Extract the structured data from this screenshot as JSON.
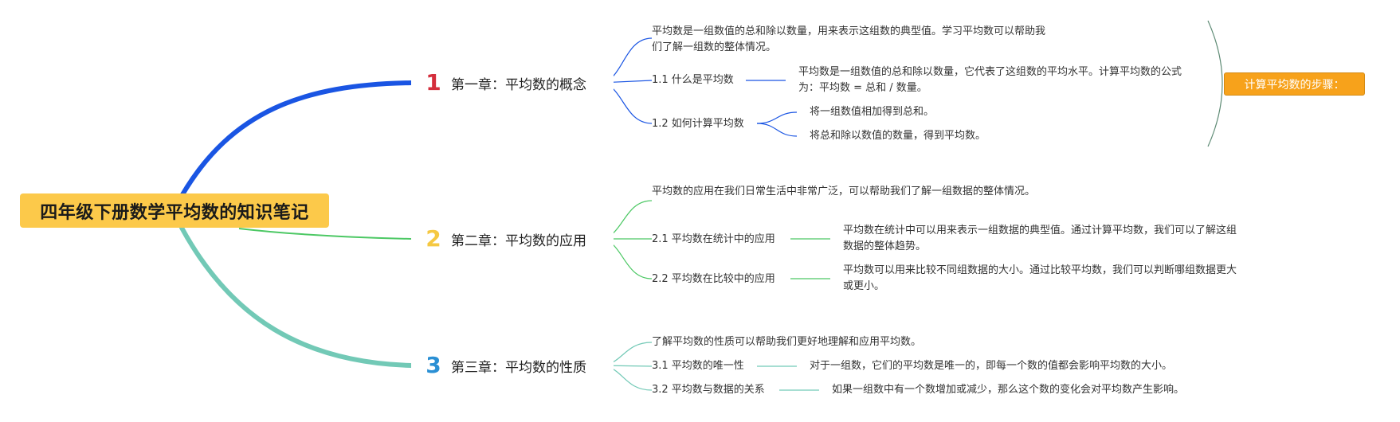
{
  "root": {
    "title": "四年级下册数学平均数的知识笔记"
  },
  "chapters": [
    {
      "num": "1",
      "label": "第一章：平均数的概念",
      "color": "#1a55e3",
      "num_color": "#d42e3c",
      "intro": "平均数是一组数值的总和除以数量，用来表示这组数的典型值。学习平均数可以帮助我们了解一组数的整体情况。",
      "sections": [
        {
          "label": "1.1 什么是平均数",
          "details": [
            "平均数是一组数值的总和除以数量，它代表了这组数的平均水平。计算平均数的公式为：平均数 = 总和 / 数量。"
          ]
        },
        {
          "label": "1.2 如何计算平均数",
          "details": [
            "将一组数值相加得到总和。",
            "将总和除以数值的数量，得到平均数。"
          ]
        }
      ]
    },
    {
      "num": "2",
      "label": "第二章：平均数的应用",
      "color": "#4cc864",
      "num_color": "#f5c842",
      "intro": "平均数的应用在我们日常生活中非常广泛，可以帮助我们了解一组数据的整体情况。",
      "sections": [
        {
          "label": "2.1 平均数在统计中的应用",
          "details": [
            "平均数在统计中可以用来表示一组数据的典型值。通过计算平均数，我们可以了解这组数据的整体趋势。"
          ]
        },
        {
          "label": "2.2 平均数在比较中的应用",
          "details": [
            "平均数可以用来比较不同组数据的大小。通过比较平均数，我们可以判断哪组数据更大或更小。"
          ]
        }
      ]
    },
    {
      "num": "3",
      "label": "第三章：平均数的性质",
      "color": "#72c9b6",
      "num_color": "#2a8fd4",
      "intro": "了解平均数的性质可以帮助我们更好地理解和应用平均数。",
      "sections": [
        {
          "label": "3.1 平均数的唯一性",
          "details": [
            "对于一组数，它们的平均数是唯一的，即每一个数的值都会影响平均数的大小。"
          ]
        },
        {
          "label": "3.2 平均数与数据的关系",
          "details": [
            "如果一组数中有一个数增加或减少，那么这个数的变化会对平均数产生影响。"
          ]
        }
      ]
    }
  ],
  "callout": {
    "label": "计算平均数的步骤：",
    "color": "#f7a21b",
    "bracket_color": "#5d8a74"
  }
}
